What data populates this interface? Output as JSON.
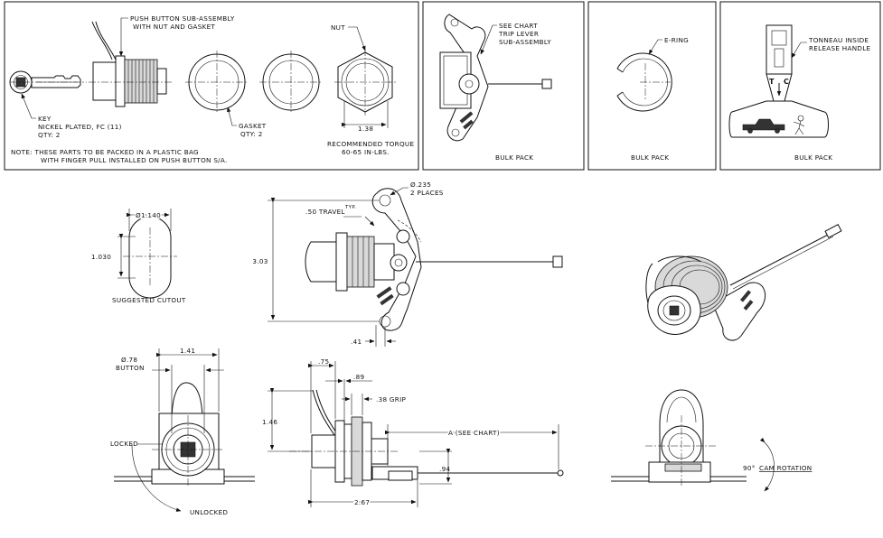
{
  "panels": {
    "kit": {
      "callout_push_button_1": "PUSH BUTTON SUB-ASSEMBLY",
      "callout_push_button_2": "WITH NUT AND GASKET",
      "callout_nut": "NUT",
      "callout_key_1": "KEY",
      "callout_key_2": "NICKEL PLATED, FC (11)",
      "callout_key_3": "QTY: 2",
      "callout_gasket_1": "GASKET",
      "callout_gasket_2": "QTY: 2",
      "dim_nut": "1.38",
      "torque_1": "RECOMMENDED TORQUE",
      "torque_2": "60-65 IN-LBS.",
      "note_1": "NOTE: THESE PARTS TO BE PACKED IN A PLASTIC BAG",
      "note_2": "WITH FINGER PULL INSTALLED ON PUSH BUTTON S/A."
    },
    "trip_lever": {
      "callout_1": "SEE CHART",
      "callout_2": "TRIP LEVER",
      "callout_3": "SUB-ASSEMBLY",
      "caption": "BULK PACK"
    },
    "e_ring": {
      "callout": "E-RING",
      "caption": "BULK PACK"
    },
    "handle": {
      "callout_1": "TONNEAU INSIDE",
      "callout_2": "RELEASE HANDLE",
      "letter_t": "T",
      "letter_c": "C",
      "caption": "BULK PACK"
    }
  },
  "cutout": {
    "dim_width": "Ø1.140",
    "dim_height": "1.030",
    "caption": "SUGGESTED CUTOUT"
  },
  "top_view": {
    "hole_dia": "Ø.235",
    "hole_places": "2 PLACES",
    "travel": ".50 TRAVEL",
    "typ": "TYP.",
    "overall_height": "3.03",
    "offset": ".41"
  },
  "front_view": {
    "dim_width": "1.41",
    "button_dia": "Ø.78",
    "button_label": "BUTTON",
    "locked": "LOCKED",
    "unlocked": "UNLOCKED"
  },
  "side_view": {
    "dim_75": ".75",
    "dim_89": ".89",
    "grip": ".38 GRIP",
    "height": "1.46",
    "a_chart": "A (SEE CHART)",
    "dim_94": ".94",
    "length": "2.67"
  },
  "rear_view": {
    "cam_angle": "90°",
    "cam_rotation": "CAM ROTATION"
  }
}
